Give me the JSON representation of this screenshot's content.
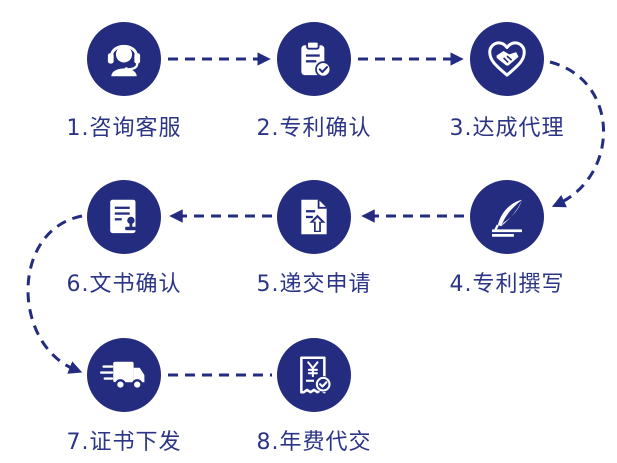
{
  "colors": {
    "primary": "#232c7f",
    "label": "#2b3486",
    "background": "#ffffff"
  },
  "steps": [
    {
      "label": "1.咨询客服",
      "icon": "headset-agent-icon"
    },
    {
      "label": "2.专利确认",
      "icon": "clipboard-check-icon"
    },
    {
      "label": "3.达成代理",
      "icon": "handshake-heart-icon"
    },
    {
      "label": "4.专利撰写",
      "icon": "quill-pen-icon"
    },
    {
      "label": "5.递交申请",
      "icon": "document-upload-icon"
    },
    {
      "label": "6.文书确认",
      "icon": "document-stamp-icon"
    },
    {
      "label": "7.证书下发",
      "icon": "delivery-truck-icon"
    },
    {
      "label": "8.年费代交",
      "icon": "yen-receipt-check-icon"
    }
  ]
}
